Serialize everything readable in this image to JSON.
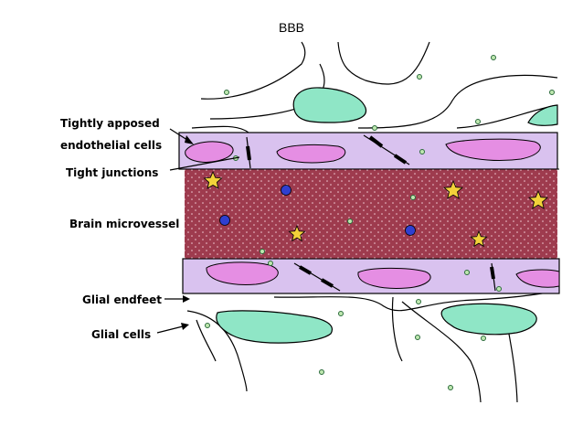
{
  "title": "BBB",
  "labels": {
    "apposed_line1": "Tightly apposed",
    "apposed_line2": "endothelial cells",
    "junctions": "Tight junctions",
    "microvessel": "Brain microvessel",
    "endfeet": "Glial endfeet",
    "glial_cells": "Glial cells"
  },
  "colors": {
    "lumen": "#9e3b4e",
    "endothelium": "#d9c2ef",
    "nucleus": "#e58ee3",
    "glial": "#8fe6c6",
    "star": "#f2d23a",
    "blood_cell": "#2f3fd0"
  }
}
